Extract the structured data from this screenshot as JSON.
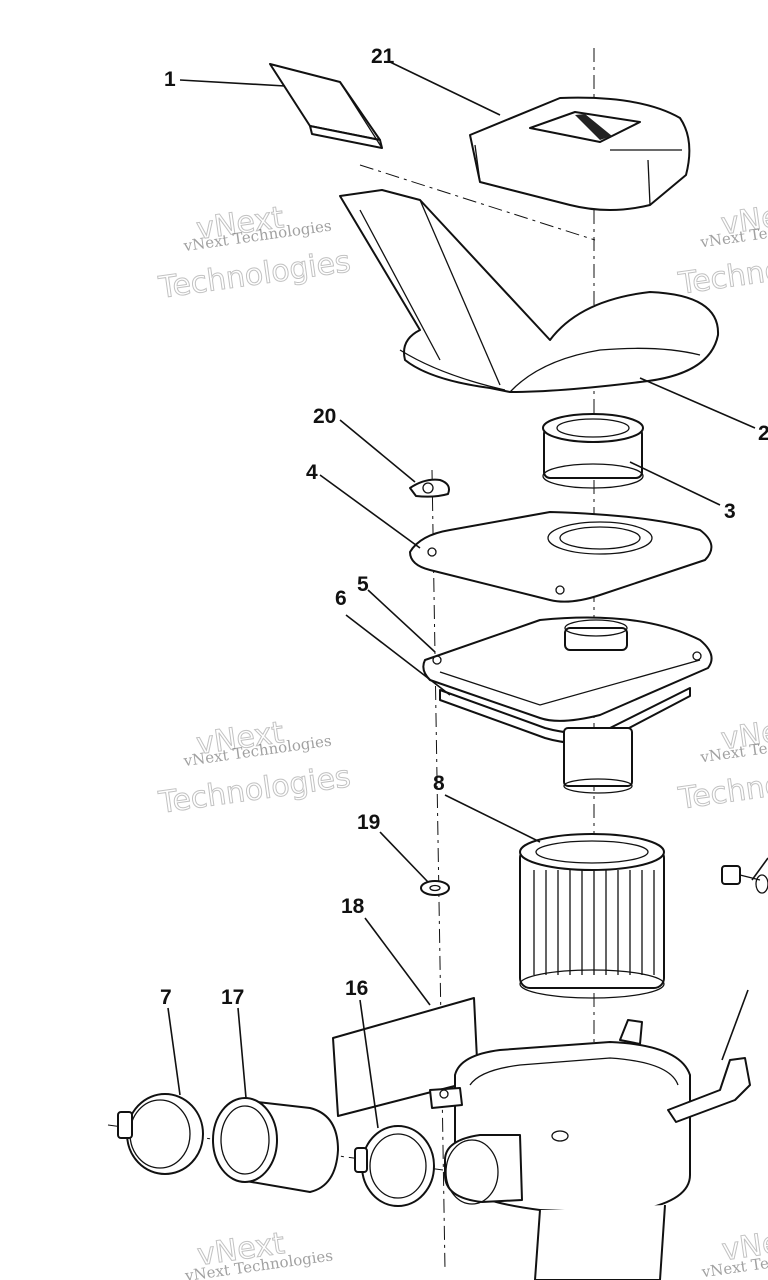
{
  "callouts": {
    "c1": "1",
    "c21": "21",
    "c2": "2",
    "c20": "20",
    "c3": "3",
    "c4": "4",
    "c5": "5",
    "c6": "6",
    "c8": "8",
    "c19": "19",
    "c18": "18",
    "c7": "7",
    "c17": "17",
    "c16": "16"
  },
  "watermark": {
    "brand": "vNext",
    "line": "vNext Technologies",
    "word": "Technologies"
  }
}
